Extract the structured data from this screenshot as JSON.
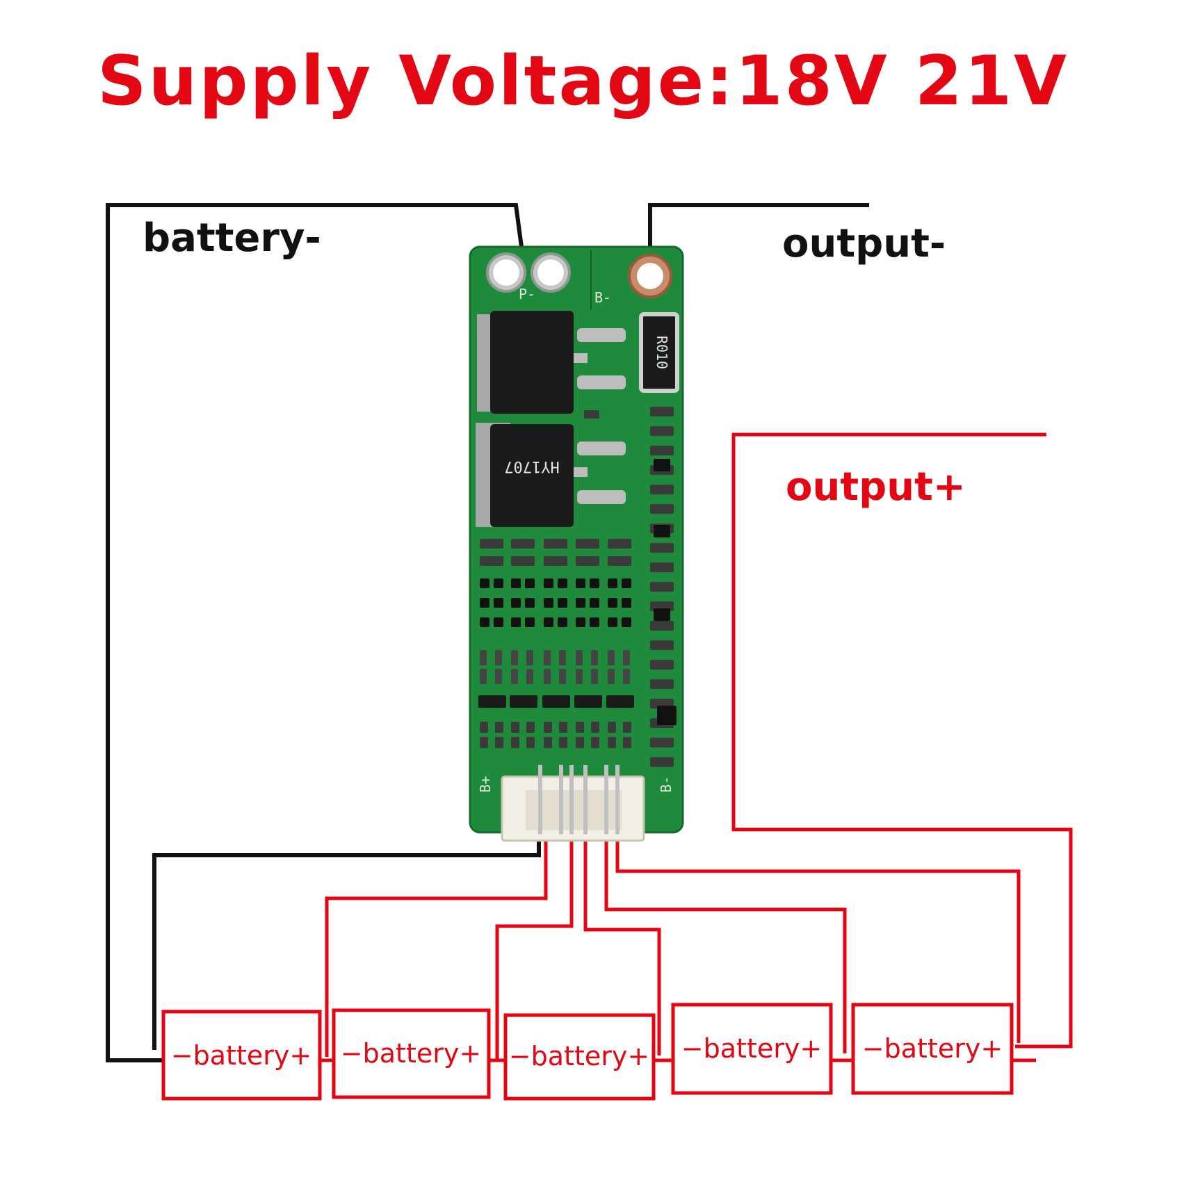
{
  "title": "Supply Voltage:18V 21V",
  "labels": {
    "battery_neg": "battery-",
    "output_neg": "output-",
    "output_pos": "output+"
  },
  "cells": [
    {
      "label": "−battery+"
    },
    {
      "label": "−battery+"
    },
    {
      "label": "−battery+"
    },
    {
      "label": "−battery+"
    },
    {
      "label": "−battery+"
    }
  ],
  "pcb": {
    "pad_p_minus": "P-",
    "pad_b_minus": "B-",
    "resistor_code": "R010",
    "mosfet_marking": "HY1707",
    "edge_b_plus": "B+",
    "edge_b_minus": "B-"
  },
  "colors": {
    "red_wire": "#e30613",
    "black_wire": "#111111",
    "pcb_green": "#1f8a3c"
  }
}
